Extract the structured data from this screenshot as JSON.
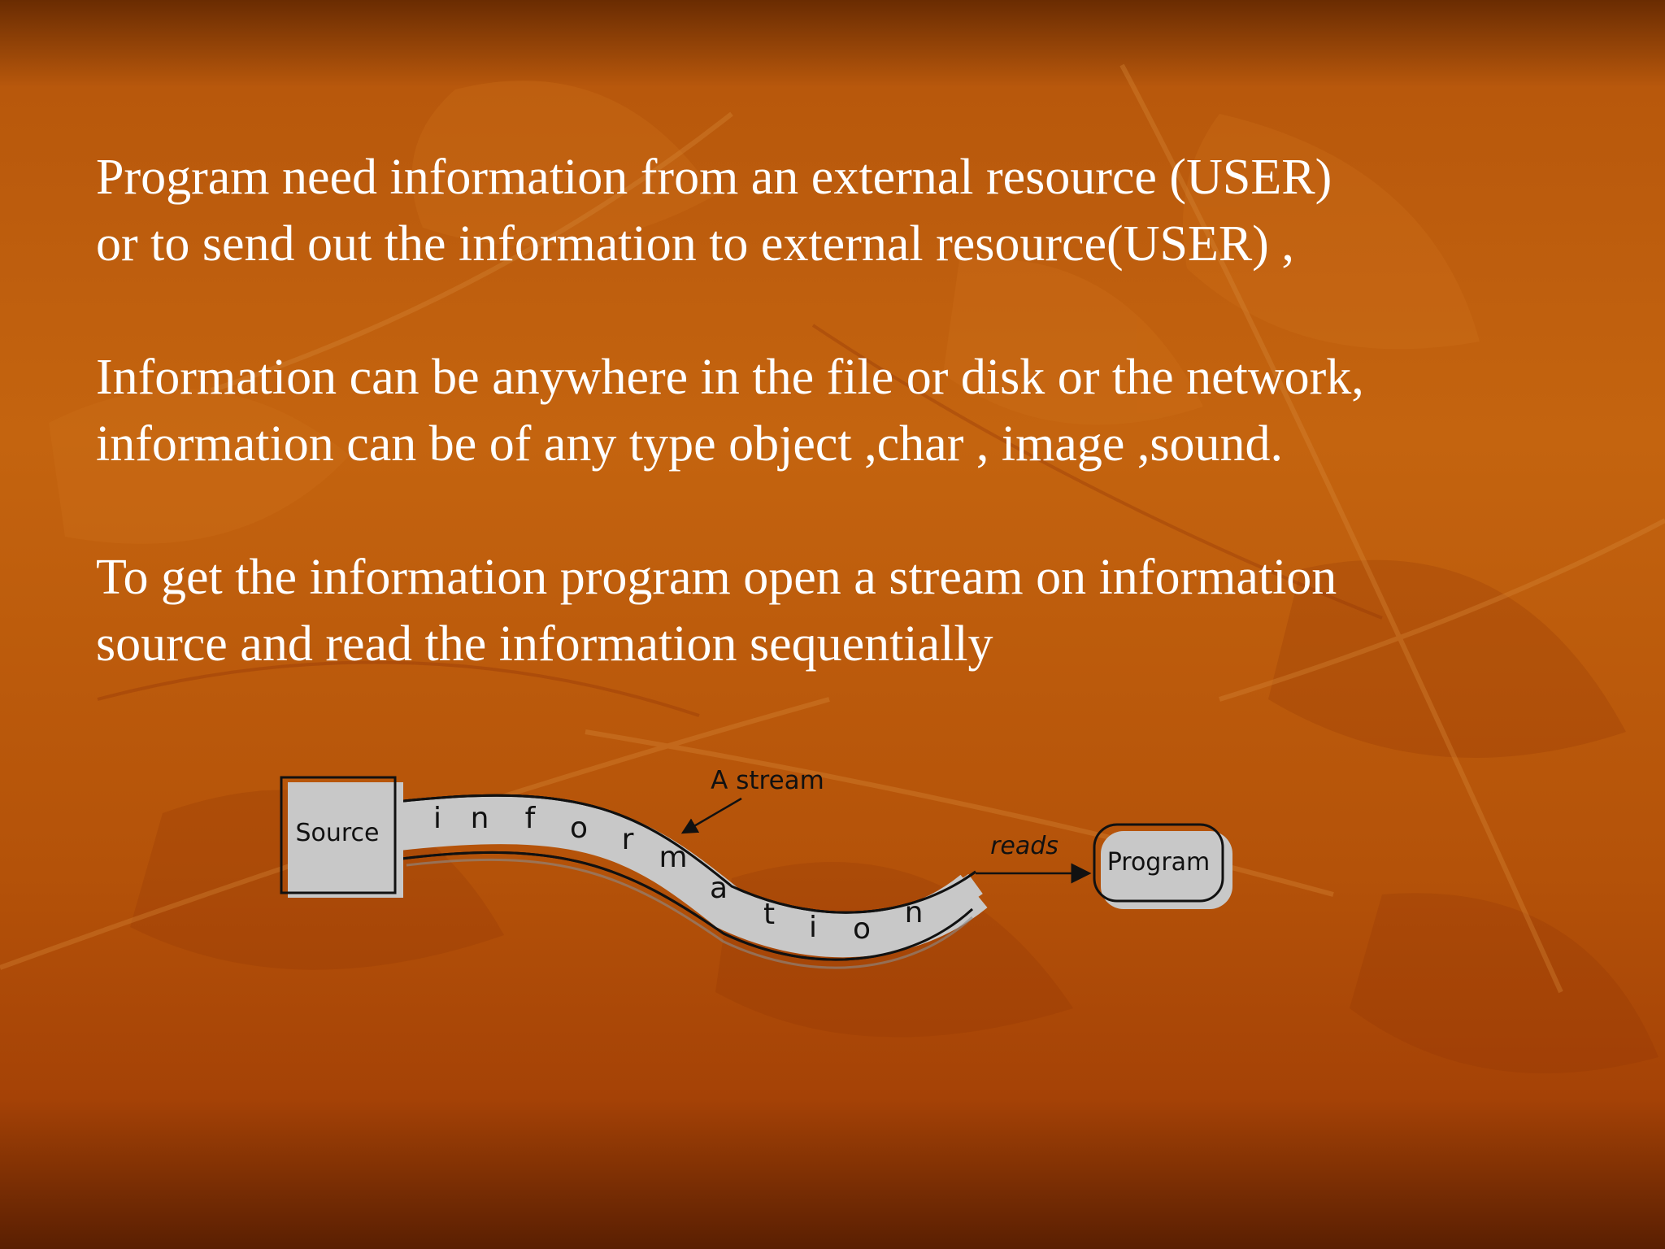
{
  "slide": {
    "paragraphs": [
      {
        "lines": [
          "Program need information from an external resource (USER)",
          "or to send out the information to external resource(USER) ,"
        ]
      },
      {
        "lines": [
          "Information can be anywhere in the file or disk or the network,",
          "information can be of any type object ,char , image ,sound."
        ]
      },
      {
        "lines": [
          "To get the information program open a stream on information",
          "source and read the information sequentially"
        ]
      }
    ]
  },
  "diagram": {
    "source_label": "Source",
    "program_label": "Program",
    "stream_label": "A stream",
    "reads_label": "reads",
    "stream_letters": [
      "i",
      "n",
      "f",
      "o",
      "r",
      "m",
      "a",
      "t",
      "i",
      "o",
      "n"
    ]
  },
  "colors": {
    "background": "#c4640f",
    "text": "#ffffff",
    "stream_fill": "#c8c8c8"
  }
}
